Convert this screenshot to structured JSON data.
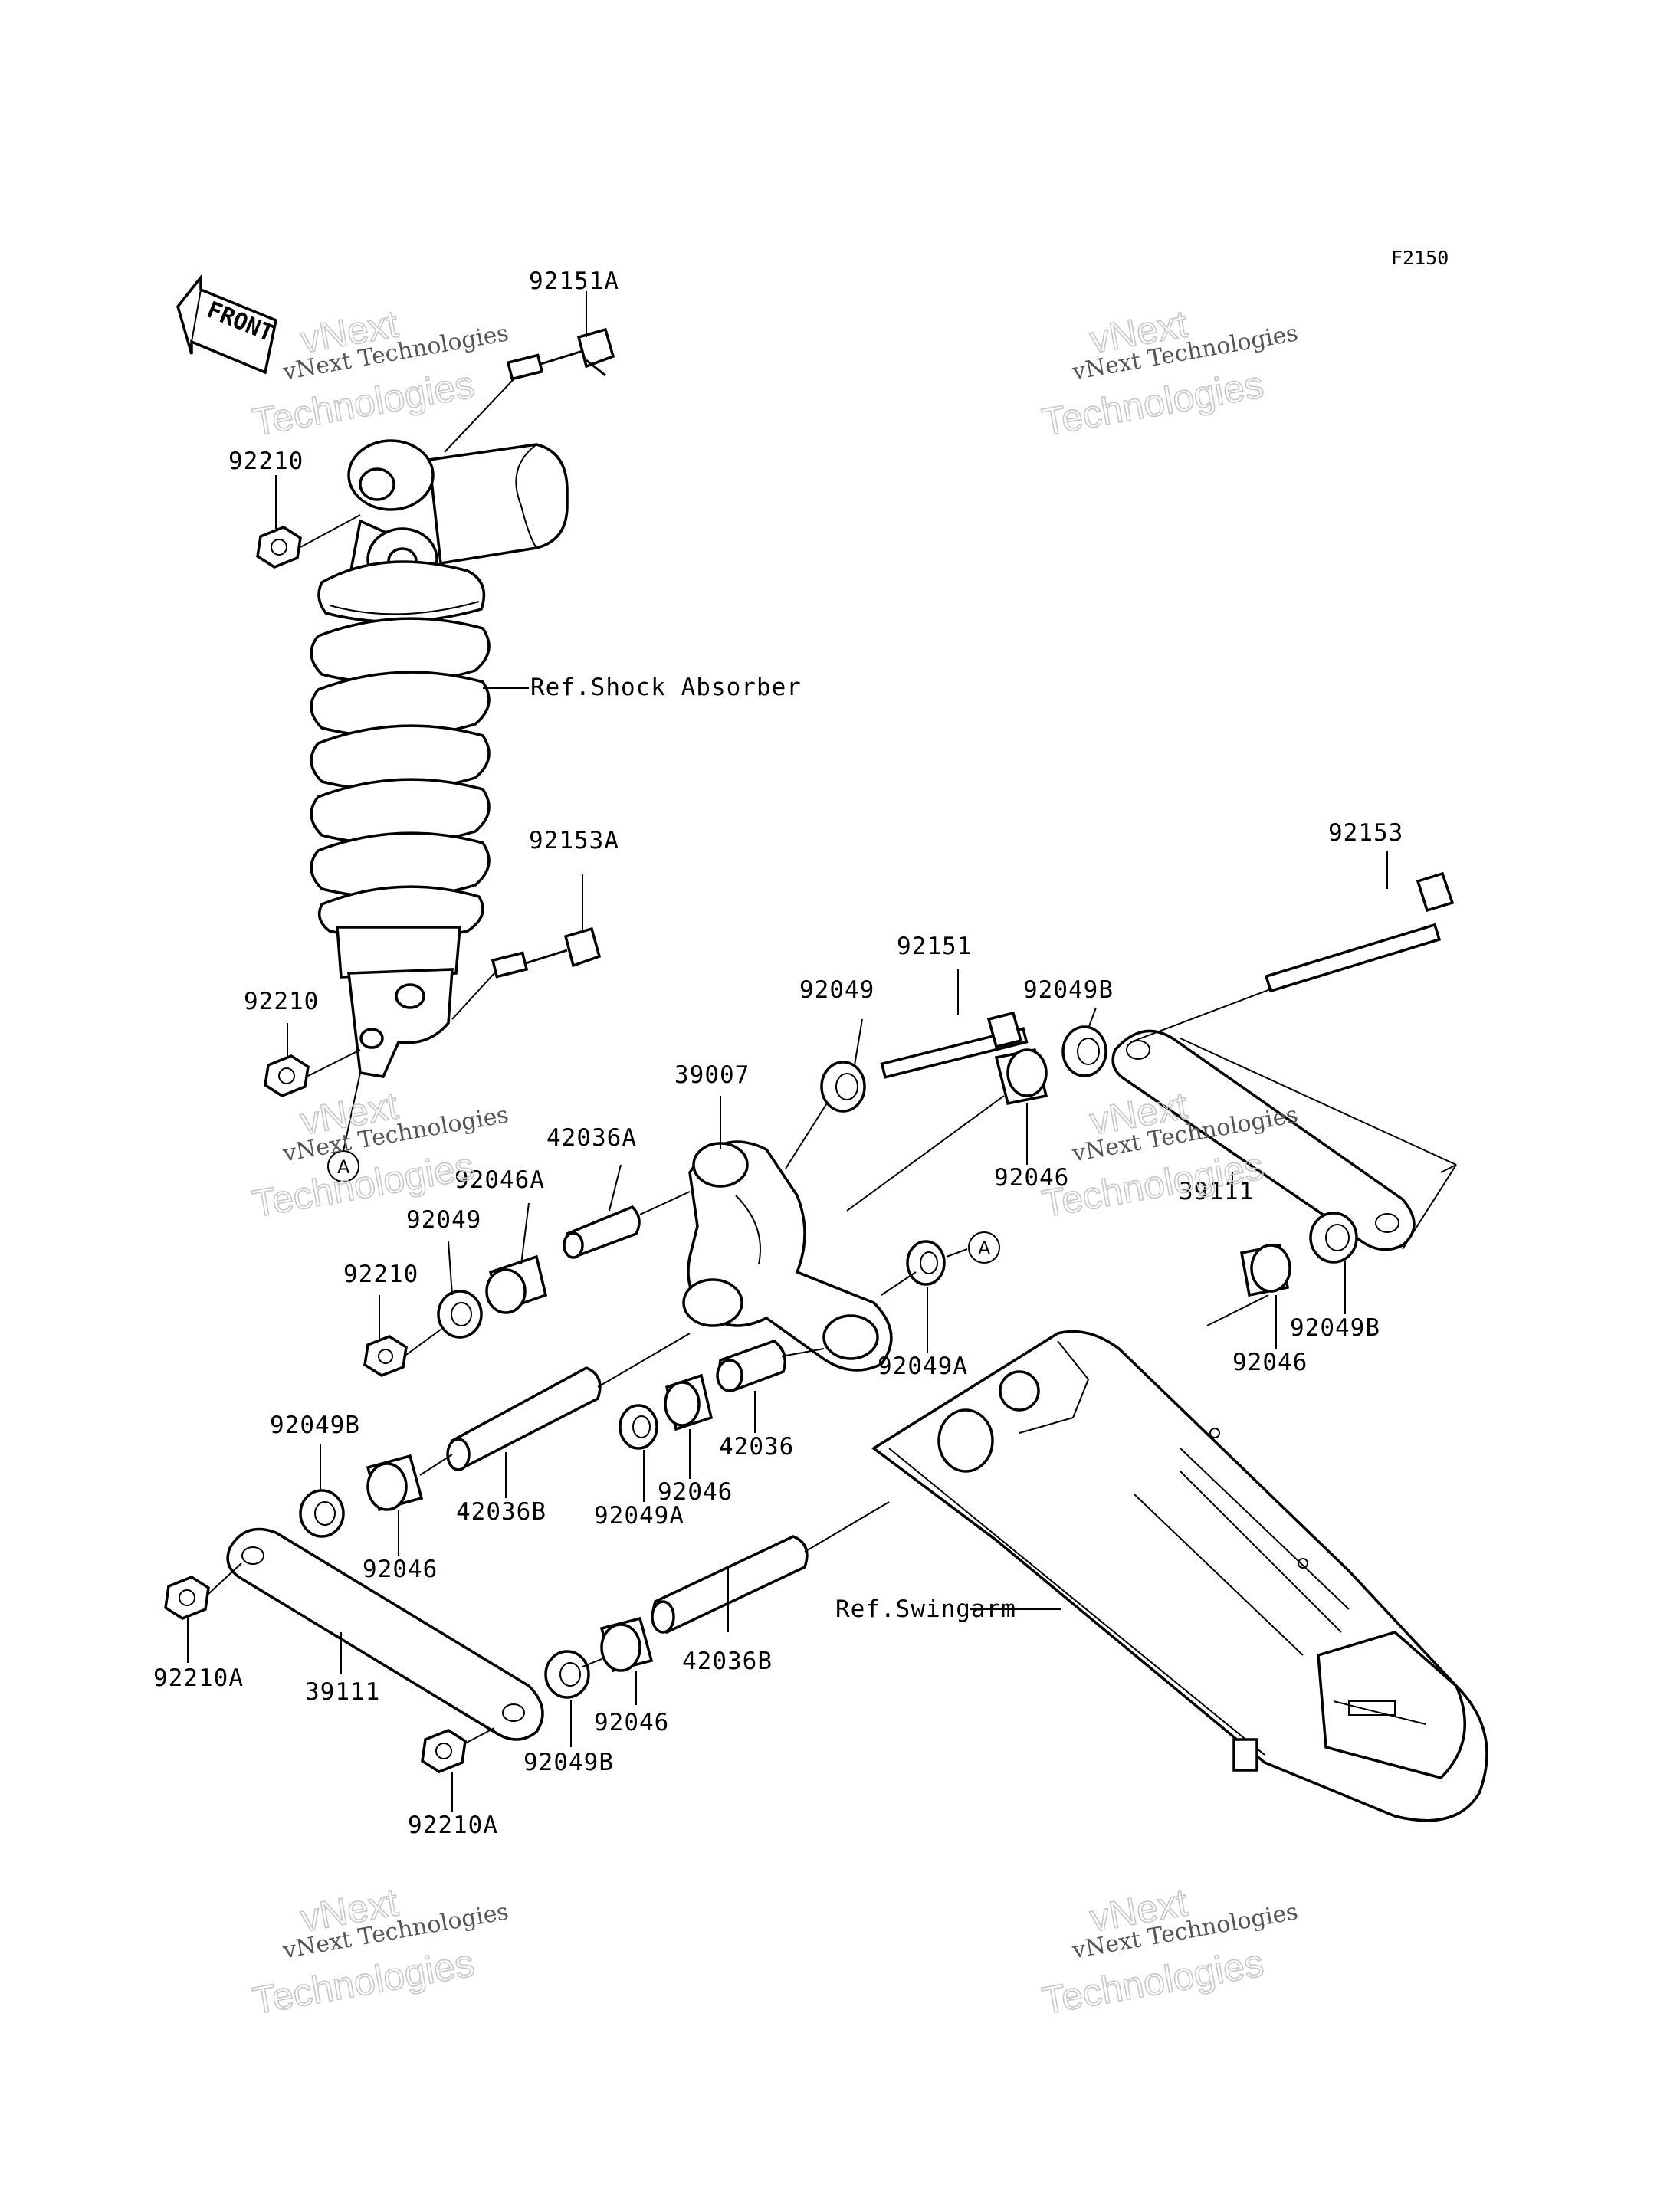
{
  "figure_code": "F2150",
  "front_arrow_text": "FRONT",
  "marker_a": "A",
  "watermark": {
    "line1": "vNext",
    "line2": "vNext Technologies",
    "line3": "Technologies"
  },
  "labels": {
    "p92151A": "92151A",
    "p92210_top": "92210",
    "ref_shock": "Ref.Shock Absorber",
    "p92153A": "92153A",
    "p92210_mid": "92210",
    "p92153": "92153",
    "p92151": "92151",
    "p92049_top": "92049",
    "p92049B_top": "92049B",
    "p39007": "39007",
    "p42036A": "42036A",
    "p92046A": "92046A",
    "p92049_left": "92049",
    "p92210_left": "92210",
    "p92046_mid": "92046",
    "p39111_right": "39111",
    "p92049B_right": "92049B",
    "p92046_right": "92046",
    "p92049A_mid": "92049A",
    "p42036": "42036",
    "p92046_center": "92046",
    "p92049A_center": "92049A",
    "p42036B_left": "42036B",
    "p92049B_left": "92049B",
    "p92046_left": "92046",
    "p92210A_left": "92210A",
    "p39111_left": "39111",
    "p42036B_bottom": "42036B",
    "ref_swingarm": "Ref.Swingarm",
    "p92046_bottom": "92046",
    "p92049B_bottom": "92049B",
    "p92210A_bottom": "92210A"
  }
}
